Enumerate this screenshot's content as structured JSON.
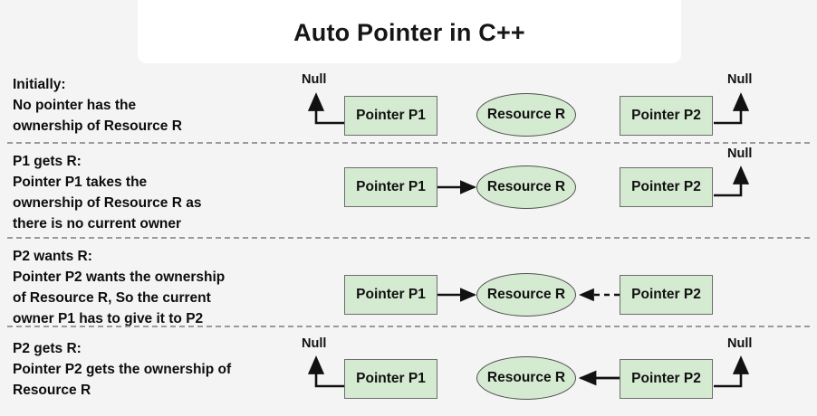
{
  "title": "Auto Pointer in C++",
  "background_color": "#f4f4f4",
  "title_card_color": "#ffffff",
  "node_fill_color": "#d5ebd1",
  "node_border_color": "#6d6d6d",
  "labels": {
    "pointer_p1": "Pointer P1",
    "pointer_p2": "Pointer P2",
    "resource_r": "Resource R",
    "null": "Null"
  },
  "rows": [
    {
      "id": "initially",
      "heading": "Initially:",
      "body": "No pointer has the\nownership of Resource R",
      "caption": "Initially:\nNo pointer has the\nownership of Resource R",
      "p1_label": "Pointer P1",
      "p2_label": "Pointer P2",
      "resource_label": "Resource R",
      "p1_null_label": "Null",
      "p2_null_label": "Null",
      "p1_points_to": "Null",
      "p2_points_to": "Null",
      "arrow_p1_to_resource": false,
      "arrow_p2_to_resource": false
    },
    {
      "id": "p1-gets-r",
      "heading": "P1 gets R:",
      "body": "Pointer P1 takes the\nownership of Resource R as\nthere is no current owner",
      "caption": "P1 gets R:\nPointer P1 takes the\nownership of Resource R as\nthere is no current owner",
      "p1_label": "Pointer P1",
      "p2_label": "Pointer P2",
      "resource_label": "Resource R",
      "p2_null_label": "Null",
      "p1_points_to": "Resource R",
      "p2_points_to": "Null",
      "arrow_p1_to_resource": true,
      "arrow_p1_style": "solid",
      "arrow_p2_to_resource": false
    },
    {
      "id": "p2-wants-r",
      "heading": "P2 wants R:",
      "body": "Pointer P2 wants the ownership\nof Resource R, So the current\nowner P1 has to give it to P2",
      "caption": "P2 wants R:\nPointer P2 wants the ownership\nof Resource R, So the current\nowner P1 has to give it to P2",
      "p1_label": "Pointer P1",
      "p2_label": "Pointer P2",
      "resource_label": "Resource R",
      "p1_points_to": "Resource R",
      "p2_points_to": "Resource R",
      "arrow_p1_to_resource": true,
      "arrow_p1_style": "solid",
      "arrow_p2_to_resource": true,
      "arrow_p2_style": "dashed"
    },
    {
      "id": "p2-gets-r",
      "heading": "P2 gets R:",
      "body": "Pointer P2 gets the ownership of\nResource R",
      "caption": "P2 gets R:\nPointer P2 gets the ownership of\nResource R",
      "p1_label": "Pointer P1",
      "p2_label": "Pointer P2",
      "resource_label": "Resource R",
      "p1_null_label": "Null",
      "p2_null_label": "Null",
      "p1_points_to": "Null",
      "p2_points_to": "Resource R",
      "arrow_p1_to_resource": false,
      "arrow_p2_to_resource": true,
      "arrow_p2_style": "solid"
    }
  ]
}
